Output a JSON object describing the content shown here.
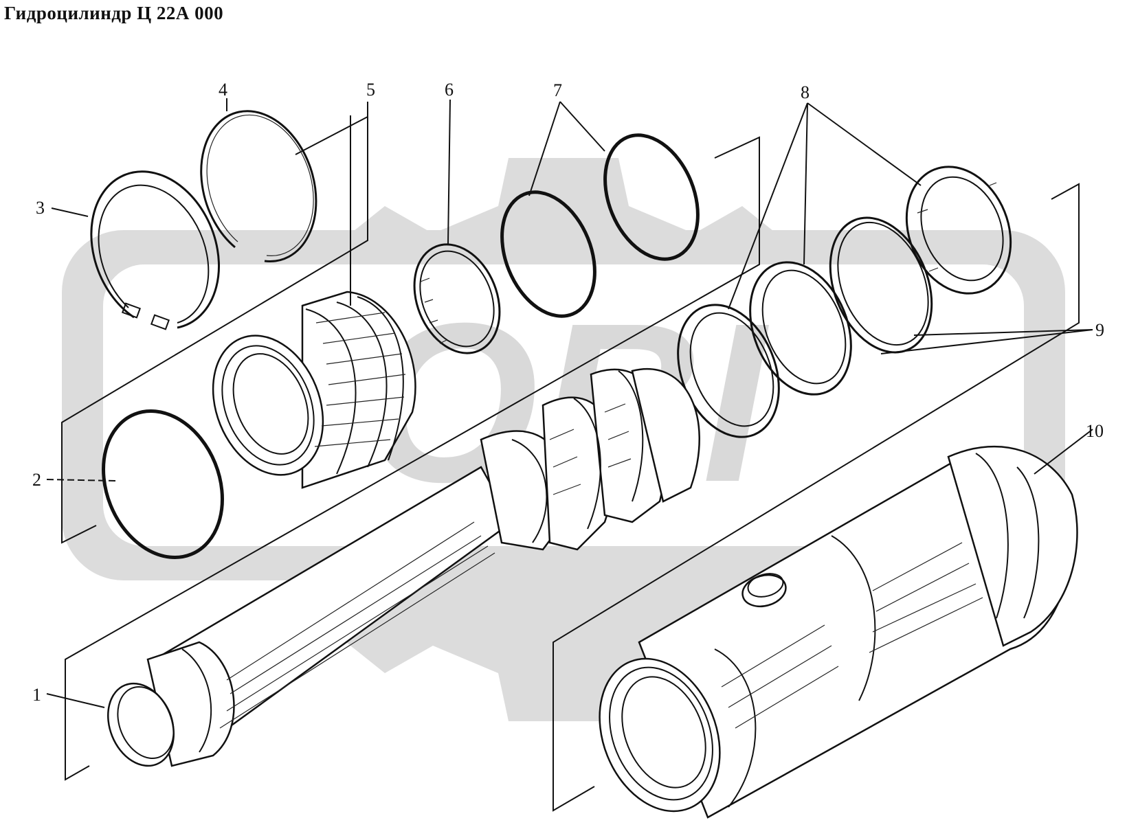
{
  "title": "Гидроцилиндр  Ц 22А 000",
  "watermark": {
    "text": "OBI",
    "color": "#d9d9d9"
  },
  "callouts": [
    "1",
    "2",
    "3",
    "4",
    "5",
    "6",
    "7",
    "8",
    "9",
    "10"
  ]
}
